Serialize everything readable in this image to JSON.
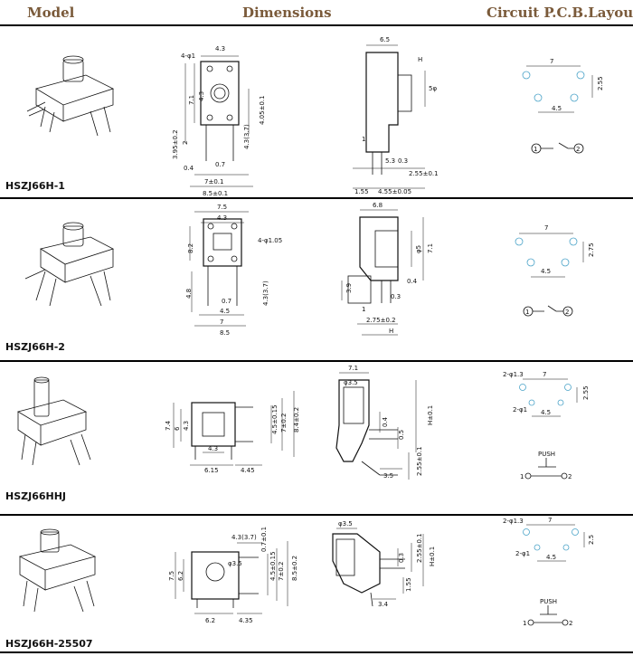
{
  "header": {
    "model": "Model",
    "dimensions": "Dimensions",
    "layout": "Circuit P.C.B.Layout"
  },
  "rows": [
    {
      "name": "HSZJ66H-1",
      "front": [
        "4-φ1",
        "4.3",
        "7.1",
        "4.3",
        "2",
        "3.95±0.2",
        "4.05±0.1",
        "4.3(3.7)",
        "0.7",
        "0.4",
        "7±0.1",
        "8.5±0.1"
      ],
      "side": [
        "6.5",
        "H",
        "5φ",
        "0.3",
        "1",
        "5.3",
        "2.55±0.1",
        "1.55",
        "4.55±0.05"
      ],
      "pcb": [
        "7",
        "2.55",
        "4.5"
      ],
      "switch": [
        "1",
        "2"
      ]
    },
    {
      "name": "HSZJ66H-2",
      "front": [
        "7.5",
        "4.3",
        "8.2",
        "4-φ1.05",
        "4.8",
        "4.3(3.7)",
        "0.7",
        "4.5",
        "7",
        "8.5"
      ],
      "side": [
        "6.8",
        "φ5",
        "7.1",
        "0.4",
        "3.9",
        "0.3",
        "1",
        "2.75±0.2",
        "H"
      ],
      "pcb": [
        "7",
        "2.75",
        "4.5"
      ],
      "switch": [
        "1",
        "2"
      ]
    },
    {
      "name": "HSZJ66HHJ",
      "front": [
        "7.4",
        "6",
        "4.3",
        "4.3",
        "6.15",
        "4.45",
        "4.5±0.15",
        "7±0.2",
        "8.4±0.2"
      ],
      "side": [
        "7.1",
        "φ3.5",
        "0.4",
        "H±0.1",
        "0.5",
        "3.5",
        "2.55±0.1"
      ],
      "pcb": [
        "2-φ1.3",
        "7",
        "2.55",
        "2-φ1",
        "4.5"
      ],
      "switch": [
        "PUSH",
        "1",
        "2"
      ]
    },
    {
      "name": "HSZJ66H-25507",
      "front": [
        "4.3(3.7)",
        "0.7±0.1",
        "φ3.5",
        "7.5",
        "6.2",
        "4.5±0.15",
        "7±0.2",
        "8.5±0.2",
        "6.2",
        "4.35"
      ],
      "side": [
        "φ3.5",
        "0.3",
        "2.55±0.1",
        "H±0.1",
        "3.4",
        "1.55"
      ],
      "pcb": [
        "2-φ1.3",
        "7",
        "2.5",
        "2-φ1",
        "4.5"
      ],
      "switch": [
        "PUSH",
        "1",
        "2"
      ]
    }
  ]
}
